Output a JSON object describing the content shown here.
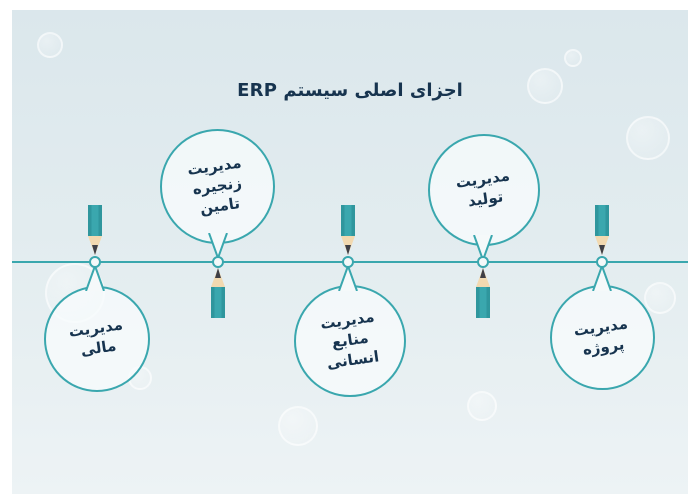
{
  "title": "اجزای اصلی سیستم ERP",
  "colors": {
    "teal": "#3aa7ae",
    "navy": "#17344f",
    "background_top": "#dbe7ec",
    "background_bottom": "#edf3f5",
    "pencil_body": "#3aa7ae",
    "pencil_wood": "#f2d9b0",
    "pencil_lead": "#3f3f46"
  },
  "nodes": [
    {
      "name": "financial-management",
      "side": "below",
      "lines": [
        "مدیریت",
        "مالی"
      ]
    },
    {
      "name": "supply-chain-management",
      "side": "above",
      "lines": [
        "مدیریت",
        "زنجیره",
        "تامین"
      ]
    },
    {
      "name": "human-resources-management",
      "side": "below",
      "lines": [
        "مدیریت",
        "منابع",
        "انسانی"
      ]
    },
    {
      "name": "production-management",
      "side": "above",
      "lines": [
        "مدیریت",
        "تولید"
      ]
    },
    {
      "name": "project-management",
      "side": "below",
      "lines": [
        "مدیریت",
        "پروژه"
      ]
    }
  ]
}
